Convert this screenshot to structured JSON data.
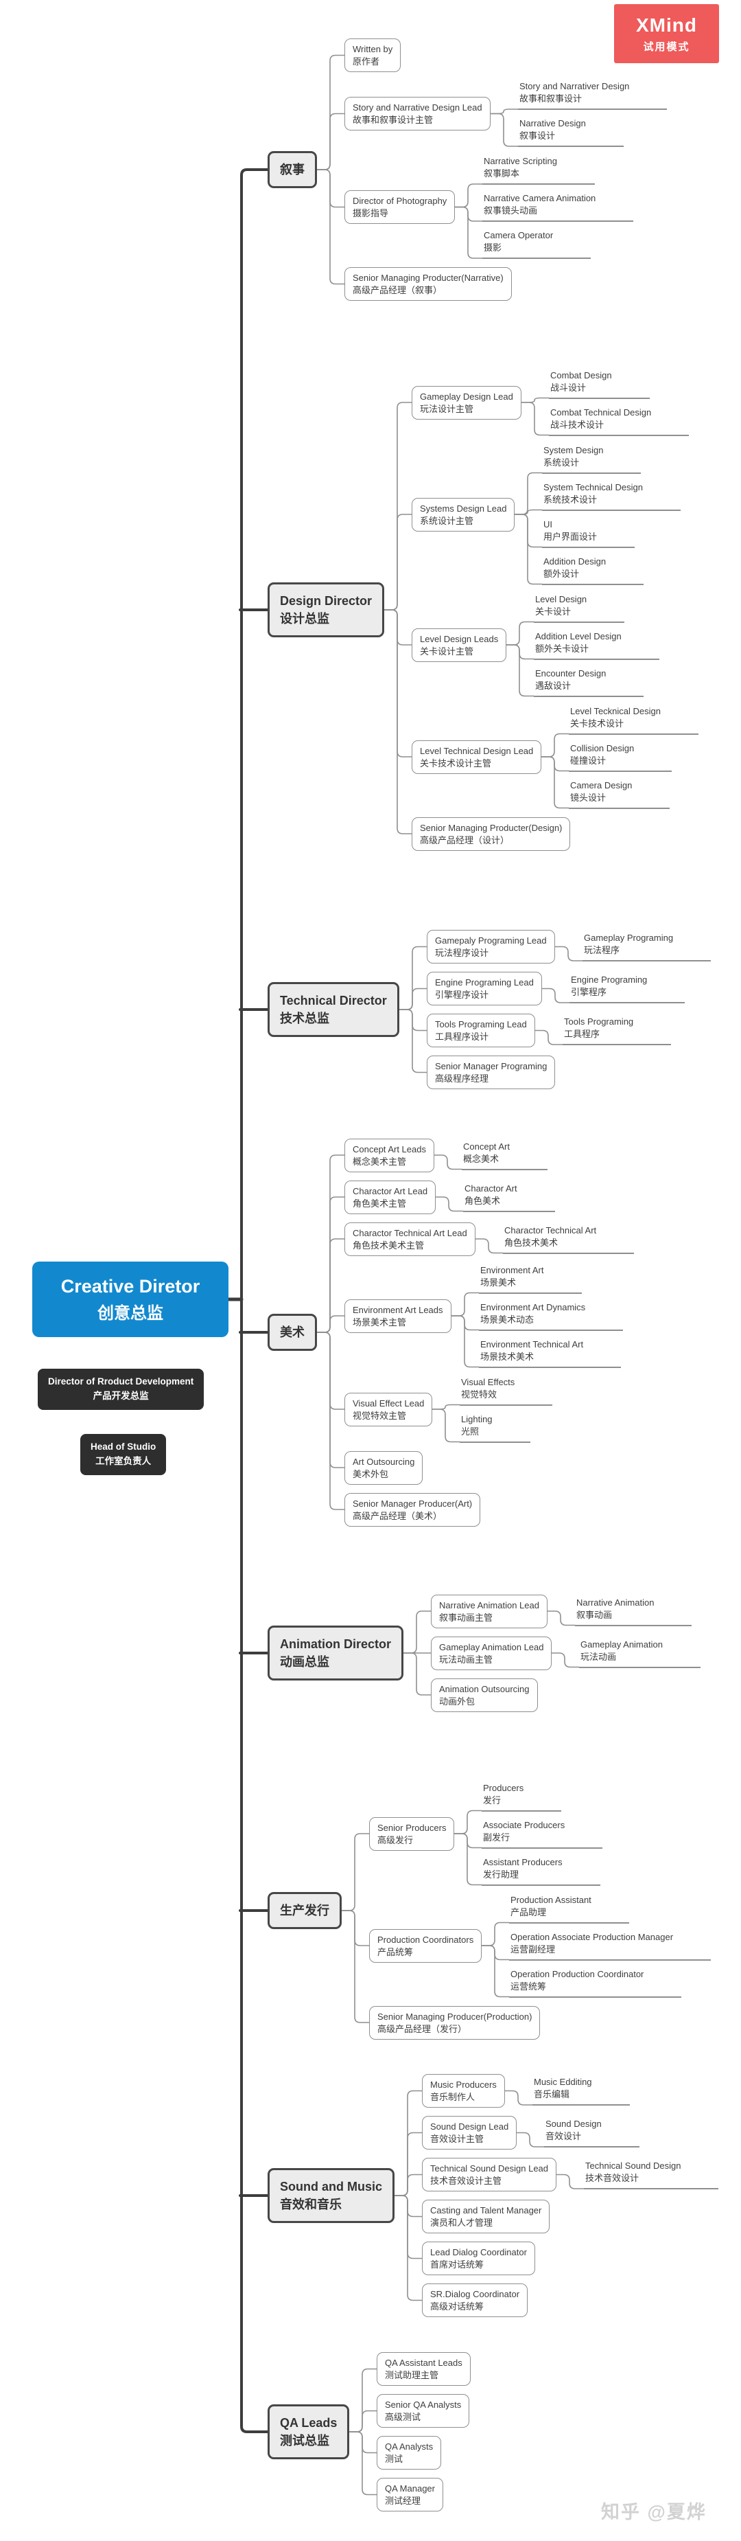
{
  "badge": {
    "title": "XMind",
    "subtitle": "试用模式",
    "color": "#ef5a5a"
  },
  "watermark": "知乎 @夏烨",
  "colors": {
    "root_fill": "#1289cf",
    "main_fill": "#ececec",
    "floating_fill": "#2e2e2e",
    "wire": "#8f8f8f",
    "spine": "#3d3d3d"
  },
  "root": {
    "en": "Creative Diretor",
    "zh": "创意总监"
  },
  "floating": [
    {
      "en": "Director of Rroduct Development",
      "zh": "产品开发总监"
    },
    {
      "en": "Head of Studio",
      "zh": "工作室负责人"
    }
  ],
  "branches": [
    {
      "lines": [
        "叙事"
      ],
      "children": [
        {
          "lines": [
            "Written by",
            "原作者"
          ]
        },
        {
          "lines": [
            "Story and Narrative Design Lead",
            "故事和叙事设计主管"
          ],
          "children": [
            {
              "lines": [
                "Story and Narrativer Design",
                "故事和叙事设计"
              ]
            },
            {
              "lines": [
                "Narrative Design",
                "叙事设计"
              ]
            }
          ]
        },
        {
          "lines": [
            "Director of Photography",
            "摄影指导"
          ],
          "children": [
            {
              "lines": [
                "Narrative Scripting",
                "叙事脚本"
              ]
            },
            {
              "lines": [
                "Narrative Camera Animation",
                "叙事镜头动画"
              ]
            },
            {
              "lines": [
                "Camera Operator",
                "摄影"
              ]
            }
          ]
        },
        {
          "lines": [
            "Senior Managing Producter(Narrative)",
            "高级产品经理（叙事）"
          ]
        }
      ]
    },
    {
      "lines": [
        "Design Director",
        "设计总监"
      ],
      "children": [
        {
          "lines": [
            "Gameplay Design Lead",
            "玩法设计主管"
          ],
          "children": [
            {
              "lines": [
                "Combat Design",
                "战斗设计"
              ]
            },
            {
              "lines": [
                "Combat Technical Design",
                "战斗技术设计"
              ]
            }
          ]
        },
        {
          "lines": [
            "Systems Design Lead",
            "系统设计主管"
          ],
          "children": [
            {
              "lines": [
                "System Design",
                "系统设计"
              ]
            },
            {
              "lines": [
                "System Technical Design",
                "系统技术设计"
              ]
            },
            {
              "lines": [
                "UI",
                "用户界面设计"
              ]
            },
            {
              "lines": [
                "Addition Design",
                "额外设计"
              ]
            }
          ]
        },
        {
          "lines": [
            "Level Design Leads",
            "关卡设计主管"
          ],
          "children": [
            {
              "lines": [
                "Level Design",
                "关卡设计"
              ]
            },
            {
              "lines": [
                "Addition Level Design",
                "额外关卡设计"
              ]
            },
            {
              "lines": [
                "Encounter Design",
                "遇敌设计"
              ]
            }
          ]
        },
        {
          "lines": [
            "Level Technical Design Lead",
            "关卡技术设计主管"
          ],
          "children": [
            {
              "lines": [
                "Level Tecknical Design",
                "关卡技术设计"
              ]
            },
            {
              "lines": [
                "Collision Design",
                "碰撞设计"
              ]
            },
            {
              "lines": [
                "Camera Design",
                "镜头设计"
              ]
            }
          ]
        },
        {
          "lines": [
            "Senior Managing Producter(Design)",
            "高级产品经理（设计）"
          ]
        }
      ]
    },
    {
      "lines": [
        "Technical Director",
        "技术总监"
      ],
      "children": [
        {
          "lines": [
            "Gamepaly Programing Lead",
            "玩法程序设计"
          ],
          "children": [
            {
              "lines": [
                "Gameplay Programing",
                "玩法程序"
              ]
            }
          ]
        },
        {
          "lines": [
            "Engine Programing Lead",
            "引擎程序设计"
          ],
          "children": [
            {
              "lines": [
                "Engine Programing",
                "引擎程序"
              ]
            }
          ]
        },
        {
          "lines": [
            "Tools Programing Lead",
            "工具程序设计"
          ],
          "children": [
            {
              "lines": [
                "Tools Programing",
                "工具程序"
              ]
            }
          ]
        },
        {
          "lines": [
            "Senior Manager Programing",
            "高级程序经理"
          ]
        }
      ]
    },
    {
      "lines": [
        "美术"
      ],
      "children": [
        {
          "lines": [
            "Concept Art Leads",
            "概念美术主管"
          ],
          "children": [
            {
              "lines": [
                "Concept Art",
                "概念美术"
              ]
            }
          ]
        },
        {
          "lines": [
            "Charactor Art Lead",
            "角色美术主管"
          ],
          "children": [
            {
              "lines": [
                "Charactor Art",
                "角色美术"
              ]
            }
          ]
        },
        {
          "lines": [
            "Charactor Technical Art Lead",
            "角色技术美术主管"
          ],
          "children": [
            {
              "lines": [
                "Charactor Technical Art",
                "角色技术美术"
              ]
            }
          ]
        },
        {
          "lines": [
            "Environment Art Leads",
            "场景美术主管"
          ],
          "children": [
            {
              "lines": [
                "Environment Art",
                "场景美术"
              ]
            },
            {
              "lines": [
                "Environment Art Dynamics",
                "场景美术动态"
              ]
            },
            {
              "lines": [
                "Environment Technical Art",
                "场景技术美术"
              ]
            }
          ]
        },
        {
          "lines": [
            "Visual Effect Lead",
            "视觉特效主管"
          ],
          "children": [
            {
              "lines": [
                "Visual Effects",
                "视觉特效"
              ]
            },
            {
              "lines": [
                "Lighting",
                "光照"
              ]
            }
          ]
        },
        {
          "lines": [
            "Art Outsourcing",
            "美术外包"
          ]
        },
        {
          "lines": [
            "Senior Manager Producer(Art)",
            "高级产品经理（美术）"
          ]
        }
      ]
    },
    {
      "lines": [
        "Animation Director",
        "动画总监"
      ],
      "children": [
        {
          "lines": [
            "Narrative Animation Lead",
            "叙事动画主管"
          ],
          "children": [
            {
              "lines": [
                "Narrative Animation",
                "叙事动画"
              ]
            }
          ]
        },
        {
          "lines": [
            "Gameplay Animation Lead",
            "玩法动画主管"
          ],
          "children": [
            {
              "lines": [
                "Gameplay Animation",
                "玩法动画"
              ]
            }
          ]
        },
        {
          "lines": [
            "Animation Outsourcing",
            "动画外包"
          ]
        }
      ]
    },
    {
      "lines": [
        "生产发行"
      ],
      "children": [
        {
          "lines": [
            "Senior Producers",
            "高级发行"
          ],
          "children": [
            {
              "lines": [
                "Producers",
                "发行"
              ]
            },
            {
              "lines": [
                "Associate Producers",
                "副发行"
              ]
            },
            {
              "lines": [
                "Assistant Producers",
                "发行助理"
              ]
            }
          ]
        },
        {
          "lines": [
            "Production Coordinators",
            "产品统筹"
          ],
          "children": [
            {
              "lines": [
                "Production Assistant",
                "产品助理"
              ]
            },
            {
              "lines": [
                "Operation Associate Production Manager",
                "运营副经理"
              ]
            },
            {
              "lines": [
                "Operation Production Coordinator",
                "运营统筹"
              ]
            }
          ]
        },
        {
          "lines": [
            "Senior Managing Producer(Production)",
            "高级产品经理（发行）"
          ]
        }
      ]
    },
    {
      "lines": [
        "Sound and Music",
        "音效和音乐"
      ],
      "children": [
        {
          "lines": [
            "Music Producers",
            "音乐制作人"
          ],
          "children": [
            {
              "lines": [
                "Music Edditing",
                "音乐编辑"
              ]
            }
          ]
        },
        {
          "lines": [
            "Sound Design Lead",
            "音效设计主管"
          ],
          "children": [
            {
              "lines": [
                "Sound Design",
                "音效设计"
              ]
            }
          ]
        },
        {
          "lines": [
            "Technical Sound Design Lead",
            "技术音效设计主管"
          ],
          "children": [
            {
              "lines": [
                "Technical Sound Design",
                "技术音效设计"
              ]
            }
          ]
        },
        {
          "lines": [
            "Casting and Talent Manager",
            "演员和人才管理"
          ]
        },
        {
          "lines": [
            "Lead Dialog Coordinator",
            "首席对话统筹"
          ]
        },
        {
          "lines": [
            "SR.Dialog Coordinator",
            "高级对话统筹"
          ]
        }
      ]
    },
    {
      "lines": [
        "QA Leads",
        "测试总监"
      ],
      "children": [
        {
          "lines": [
            "QA Assistant Leads",
            "测试助理主管"
          ]
        },
        {
          "lines": [
            "Senior QA Analysts",
            "高级测试"
          ]
        },
        {
          "lines": [
            "QA Analysts",
            "测试"
          ]
        },
        {
          "lines": [
            "QA Manager",
            "测试经理"
          ]
        }
      ]
    }
  ]
}
